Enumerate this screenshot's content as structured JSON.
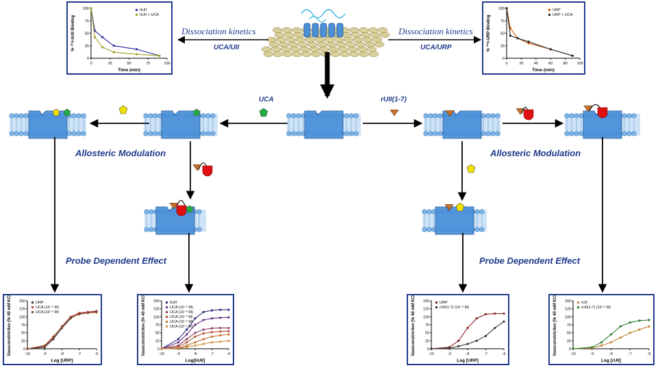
{
  "top": {
    "dissociation_left": "Dissociation kinetics",
    "dissociation_right": "Dissociation kinetics",
    "uca_uii": "UCA/UII",
    "uca_urp": "UCA/URP"
  },
  "ligands": {
    "uca": "UCA",
    "ruii": "rUII(1-7)"
  },
  "captions": {
    "allosteric_left": "Allosteric Modulation",
    "allosteric_right": "Allosteric Modulation",
    "probe_left": "Probe Dependent Effect",
    "probe_right": "Probe Dependent Effect"
  },
  "colors": {
    "accent": "#1f3a8a",
    "membrane": "#7fb4e6",
    "receptor": "#4a90d9",
    "uca_green": "#22aa44",
    "yellow_mod": "#f0e000",
    "red_mod": "#e01010",
    "brown_ligand": "#c8702a"
  },
  "chart_data": [
    {
      "type": "line",
      "id": "kin-uii",
      "xlabel": "Time (min)",
      "ylabel": "% ¹²⁵I-hUII Binding",
      "xlim": [
        0,
        100
      ],
      "ylim": [
        0,
        100
      ],
      "xticks": [
        "0",
        "25",
        "50",
        "75",
        "100"
      ],
      "yticks": [
        "0",
        "25",
        "50",
        "75",
        "100"
      ],
      "series": [
        {
          "name": "hUII",
          "color": "#2a2aa0",
          "x": [
            0,
            5,
            15,
            30,
            60,
            90
          ],
          "y": [
            100,
            55,
            42,
            25,
            18,
            5
          ]
        },
        {
          "name": "hUII + UCA",
          "color": "#a0a020",
          "x": [
            0,
            5,
            15,
            30,
            60,
            90
          ],
          "y": [
            100,
            42,
            22,
            12,
            8,
            5
          ]
        }
      ]
    },
    {
      "type": "line",
      "id": "kin-urp",
      "xlabel": "Time (min)",
      "ylabel": "% ¹²⁵I-URP Binding",
      "xlim": [
        0,
        100
      ],
      "ylim": [
        0,
        100
      ],
      "xticks": [
        "0",
        "20",
        "40",
        "60",
        "80",
        "100"
      ],
      "yticks": [
        "0",
        "25",
        "50",
        "75",
        "100"
      ],
      "series": [
        {
          "name": "URP",
          "color": "#d05000",
          "x": [
            0,
            5,
            15,
            30,
            60,
            90
          ],
          "y": [
            100,
            60,
            40,
            30,
            18,
            5
          ]
        },
        {
          "name": "URP + UCA",
          "color": "#222222",
          "x": [
            0,
            5,
            15,
            30,
            60,
            90
          ],
          "y": [
            100,
            45,
            40,
            33,
            18,
            5
          ]
        }
      ]
    },
    {
      "type": "line",
      "id": "conc-urp-uca",
      "xlabel": "Log [URP]",
      "ylabel": "Vasoconstriction (% 40 mM KCl)",
      "xlim": [
        -10,
        -6
      ],
      "ylim": [
        0,
        150
      ],
      "xticks": [
        "-10",
        "-9",
        "-8",
        "-7",
        "-6"
      ],
      "yticks": [
        "0",
        "25",
        "50",
        "75",
        "100",
        "125",
        "150"
      ],
      "series": [
        {
          "name": "URP",
          "color": "#333333",
          "x": [
            -10,
            -9,
            -8.5,
            -8,
            -7.5,
            -7,
            -6.5,
            -6
          ],
          "y": [
            0,
            5,
            30,
            65,
            95,
            110,
            115,
            118
          ]
        },
        {
          "name": "UCA (10⁻⁶ M)",
          "color": "#c04040",
          "x": [
            -10,
            -9,
            -8.5,
            -8,
            -7.5,
            -7,
            -6.5,
            -6
          ],
          "y": [
            0,
            8,
            35,
            70,
            100,
            112,
            115,
            116
          ]
        },
        {
          "name": "UCA (10⁻⁵ M)",
          "color": "#8a4a20",
          "x": [
            -10,
            -9,
            -8.5,
            -8,
            -7.5,
            -7,
            -6.5,
            -6
          ],
          "y": [
            0,
            10,
            38,
            68,
            98,
            108,
            112,
            114
          ]
        }
      ]
    },
    {
      "type": "line",
      "id": "conc-huii-uca",
      "xlabel": "Log[hUII]",
      "ylabel": "Vasoconstriction (% 40 mM KCl)",
      "xlim": [
        -10,
        -6
      ],
      "ylim": [
        0,
        150
      ],
      "xticks": [
        "-10",
        "-9",
        "-8",
        "-7",
        "-6"
      ],
      "yticks": [
        "0",
        "25",
        "50",
        "75",
        "100",
        "125",
        "150"
      ],
      "series": [
        {
          "name": "hUII",
          "color": "#2a2a80",
          "x": [
            -10,
            -9,
            -8.5,
            -8,
            -7.5,
            -7,
            -6.5,
            -6
          ],
          "y": [
            0,
            30,
            60,
            95,
            115,
            120,
            122,
            122
          ]
        },
        {
          "name": "UCA (10⁻⁹ M)",
          "color": "#6a2a80",
          "x": [
            -10,
            -9,
            -8.5,
            -8,
            -7.5,
            -7,
            -6.5,
            -6
          ],
          "y": [
            0,
            20,
            45,
            75,
            90,
            95,
            97,
            98
          ]
        },
        {
          "name": "UCA (10⁻⁸ M)",
          "color": "#8a3a60",
          "x": [
            -10,
            -9,
            -8.5,
            -8,
            -7.5,
            -7,
            -6.5,
            -6
          ],
          "y": [
            0,
            10,
            30,
            50,
            60,
            64,
            65,
            65
          ]
        },
        {
          "name": "UCA (10⁻⁷ M)",
          "color": "#b05030",
          "x": [
            -10,
            -9,
            -8.5,
            -8,
            -7.5,
            -7,
            -6.5,
            -6
          ],
          "y": [
            0,
            5,
            20,
            38,
            48,
            52,
            54,
            55
          ]
        },
        {
          "name": "UCA (10⁻⁶ M)",
          "color": "#c07030",
          "x": [
            -10,
            -9,
            -8.5,
            -8,
            -7.5,
            -7,
            -6.5,
            -6
          ],
          "y": [
            0,
            2,
            10,
            20,
            30,
            38,
            42,
            45
          ]
        },
        {
          "name": "UCA (10⁻⁵ M)",
          "color": "#d09040",
          "x": [
            -10,
            -9,
            -8.5,
            -8,
            -7.5,
            -7,
            -6.5,
            -6
          ],
          "y": [
            0,
            1,
            5,
            10,
            15,
            20,
            22,
            25
          ]
        }
      ]
    },
    {
      "type": "line",
      "id": "conc-urp-ruii",
      "xlabel": "Log [URP]",
      "ylabel": "Vasoconstriction (% 40 mM KCl)",
      "xlim": [
        -10,
        -6
      ],
      "ylim": [
        0,
        150
      ],
      "xticks": [
        "-10",
        "-9",
        "-8",
        "-7",
        "-6"
      ],
      "yticks": [
        "0",
        "25",
        "50",
        "75",
        "100",
        "125",
        "150"
      ],
      "series": [
        {
          "name": "URP",
          "color": "#8a2020",
          "x": [
            -10,
            -9,
            -8.5,
            -8,
            -7.5,
            -7,
            -6.5,
            -6
          ],
          "y": [
            0,
            5,
            25,
            65,
            95,
            108,
            110,
            110
          ]
        },
        {
          "name": "rUII(1-7) (10⁻⁶ M)",
          "color": "#333333",
          "x": [
            -10,
            -9,
            -8.5,
            -8,
            -7.5,
            -7,
            -6.5,
            -6
          ],
          "y": [
            0,
            2,
            8,
            15,
            25,
            40,
            65,
            85
          ]
        }
      ]
    },
    {
      "type": "line",
      "id": "conc-ruii-ruii",
      "xlabel": "Log [rUII]",
      "ylabel": "Vasoconstriction (% 40 mM KCl)",
      "xlim": [
        -10,
        -6
      ],
      "ylim": [
        0,
        150
      ],
      "xticks": [
        "-10",
        "-9",
        "-8",
        "-7",
        "-6"
      ],
      "yticks": [
        "0",
        "25",
        "50",
        "75",
        "100",
        "125",
        "150"
      ],
      "series": [
        {
          "name": "rUII",
          "color": "#c08030",
          "x": [
            -10,
            -9,
            -8.5,
            -8,
            -7.5,
            -7,
            -6.5,
            -6
          ],
          "y": [
            0,
            2,
            10,
            20,
            35,
            50,
            60,
            70
          ]
        },
        {
          "name": "rUII(1-7) (10⁻⁶ M)",
          "color": "#2a7a2a",
          "x": [
            -10,
            -9,
            -8.5,
            -8,
            -7.5,
            -7,
            -6.5,
            -6
          ],
          "y": [
            0,
            5,
            20,
            45,
            70,
            82,
            88,
            90
          ]
        }
      ]
    }
  ]
}
